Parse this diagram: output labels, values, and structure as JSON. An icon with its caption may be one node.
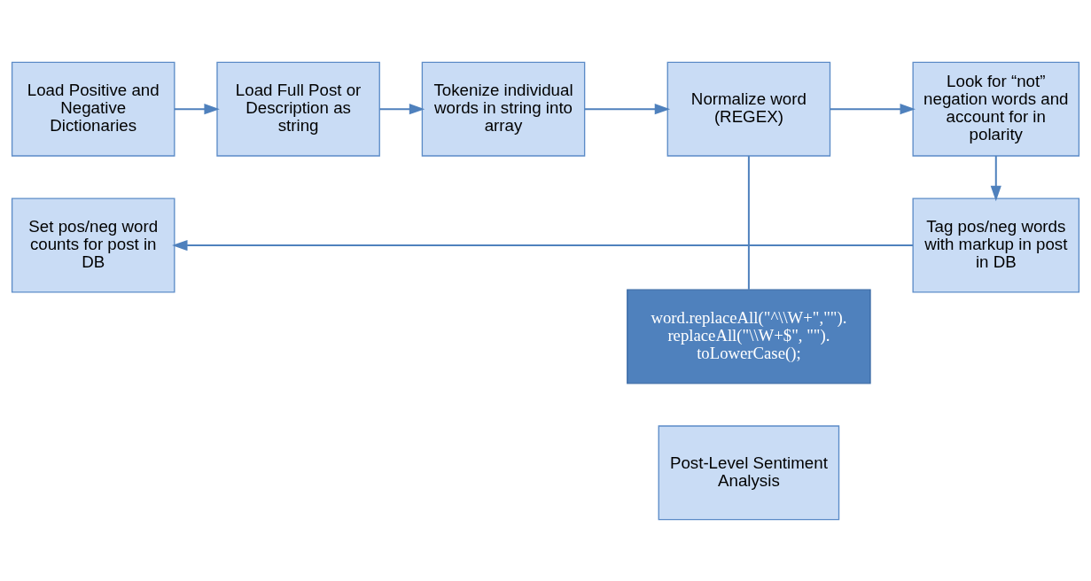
{
  "diagram": {
    "nodes": [
      {
        "text": [
          "Post-Level Sentiment Analysis"
        ]
      },
      {
        "text": [
          "Load Positive and Negative Dictionaries"
        ]
      },
      {
        "text": [
          "Load Full Post or Description as string"
        ]
      },
      {
        "text": [
          "Tokenize individual words in string into array"
        ]
      },
      {
        "text": [
          "Normalize word (REGEX)"
        ]
      },
      {
        "text": [
          "word.replaceAll(\"^\\\\W+\",\"\"). replaceAll(\"\\\\W+$\", \"\"). toLowerCase();"
        ]
      },
      {
        "text": [
          "Look for “not” negation words and account for in polarity"
        ]
      },
      {
        "text": [
          "Tag pos/neg words with markup in post in DB"
        ]
      },
      {
        "text": [
          "Set pos/neg word counts for post in DB"
        ]
      }
    ],
    "edges": [
      {
        "from": 1,
        "to": 2,
        "arrow": "to"
      },
      {
        "from": 2,
        "to": 3,
        "arrow": "to"
      },
      {
        "from": 3,
        "to": 4,
        "arrow": "to"
      },
      {
        "from": 4,
        "to": 6,
        "arrow": "to"
      },
      {
        "from": 6,
        "to": 7,
        "arrow": "to"
      },
      {
        "from": 7,
        "to": 8,
        "arrow": "to"
      },
      {
        "from": 5,
        "to": 4,
        "arrow": "none"
      }
    ]
  }
}
